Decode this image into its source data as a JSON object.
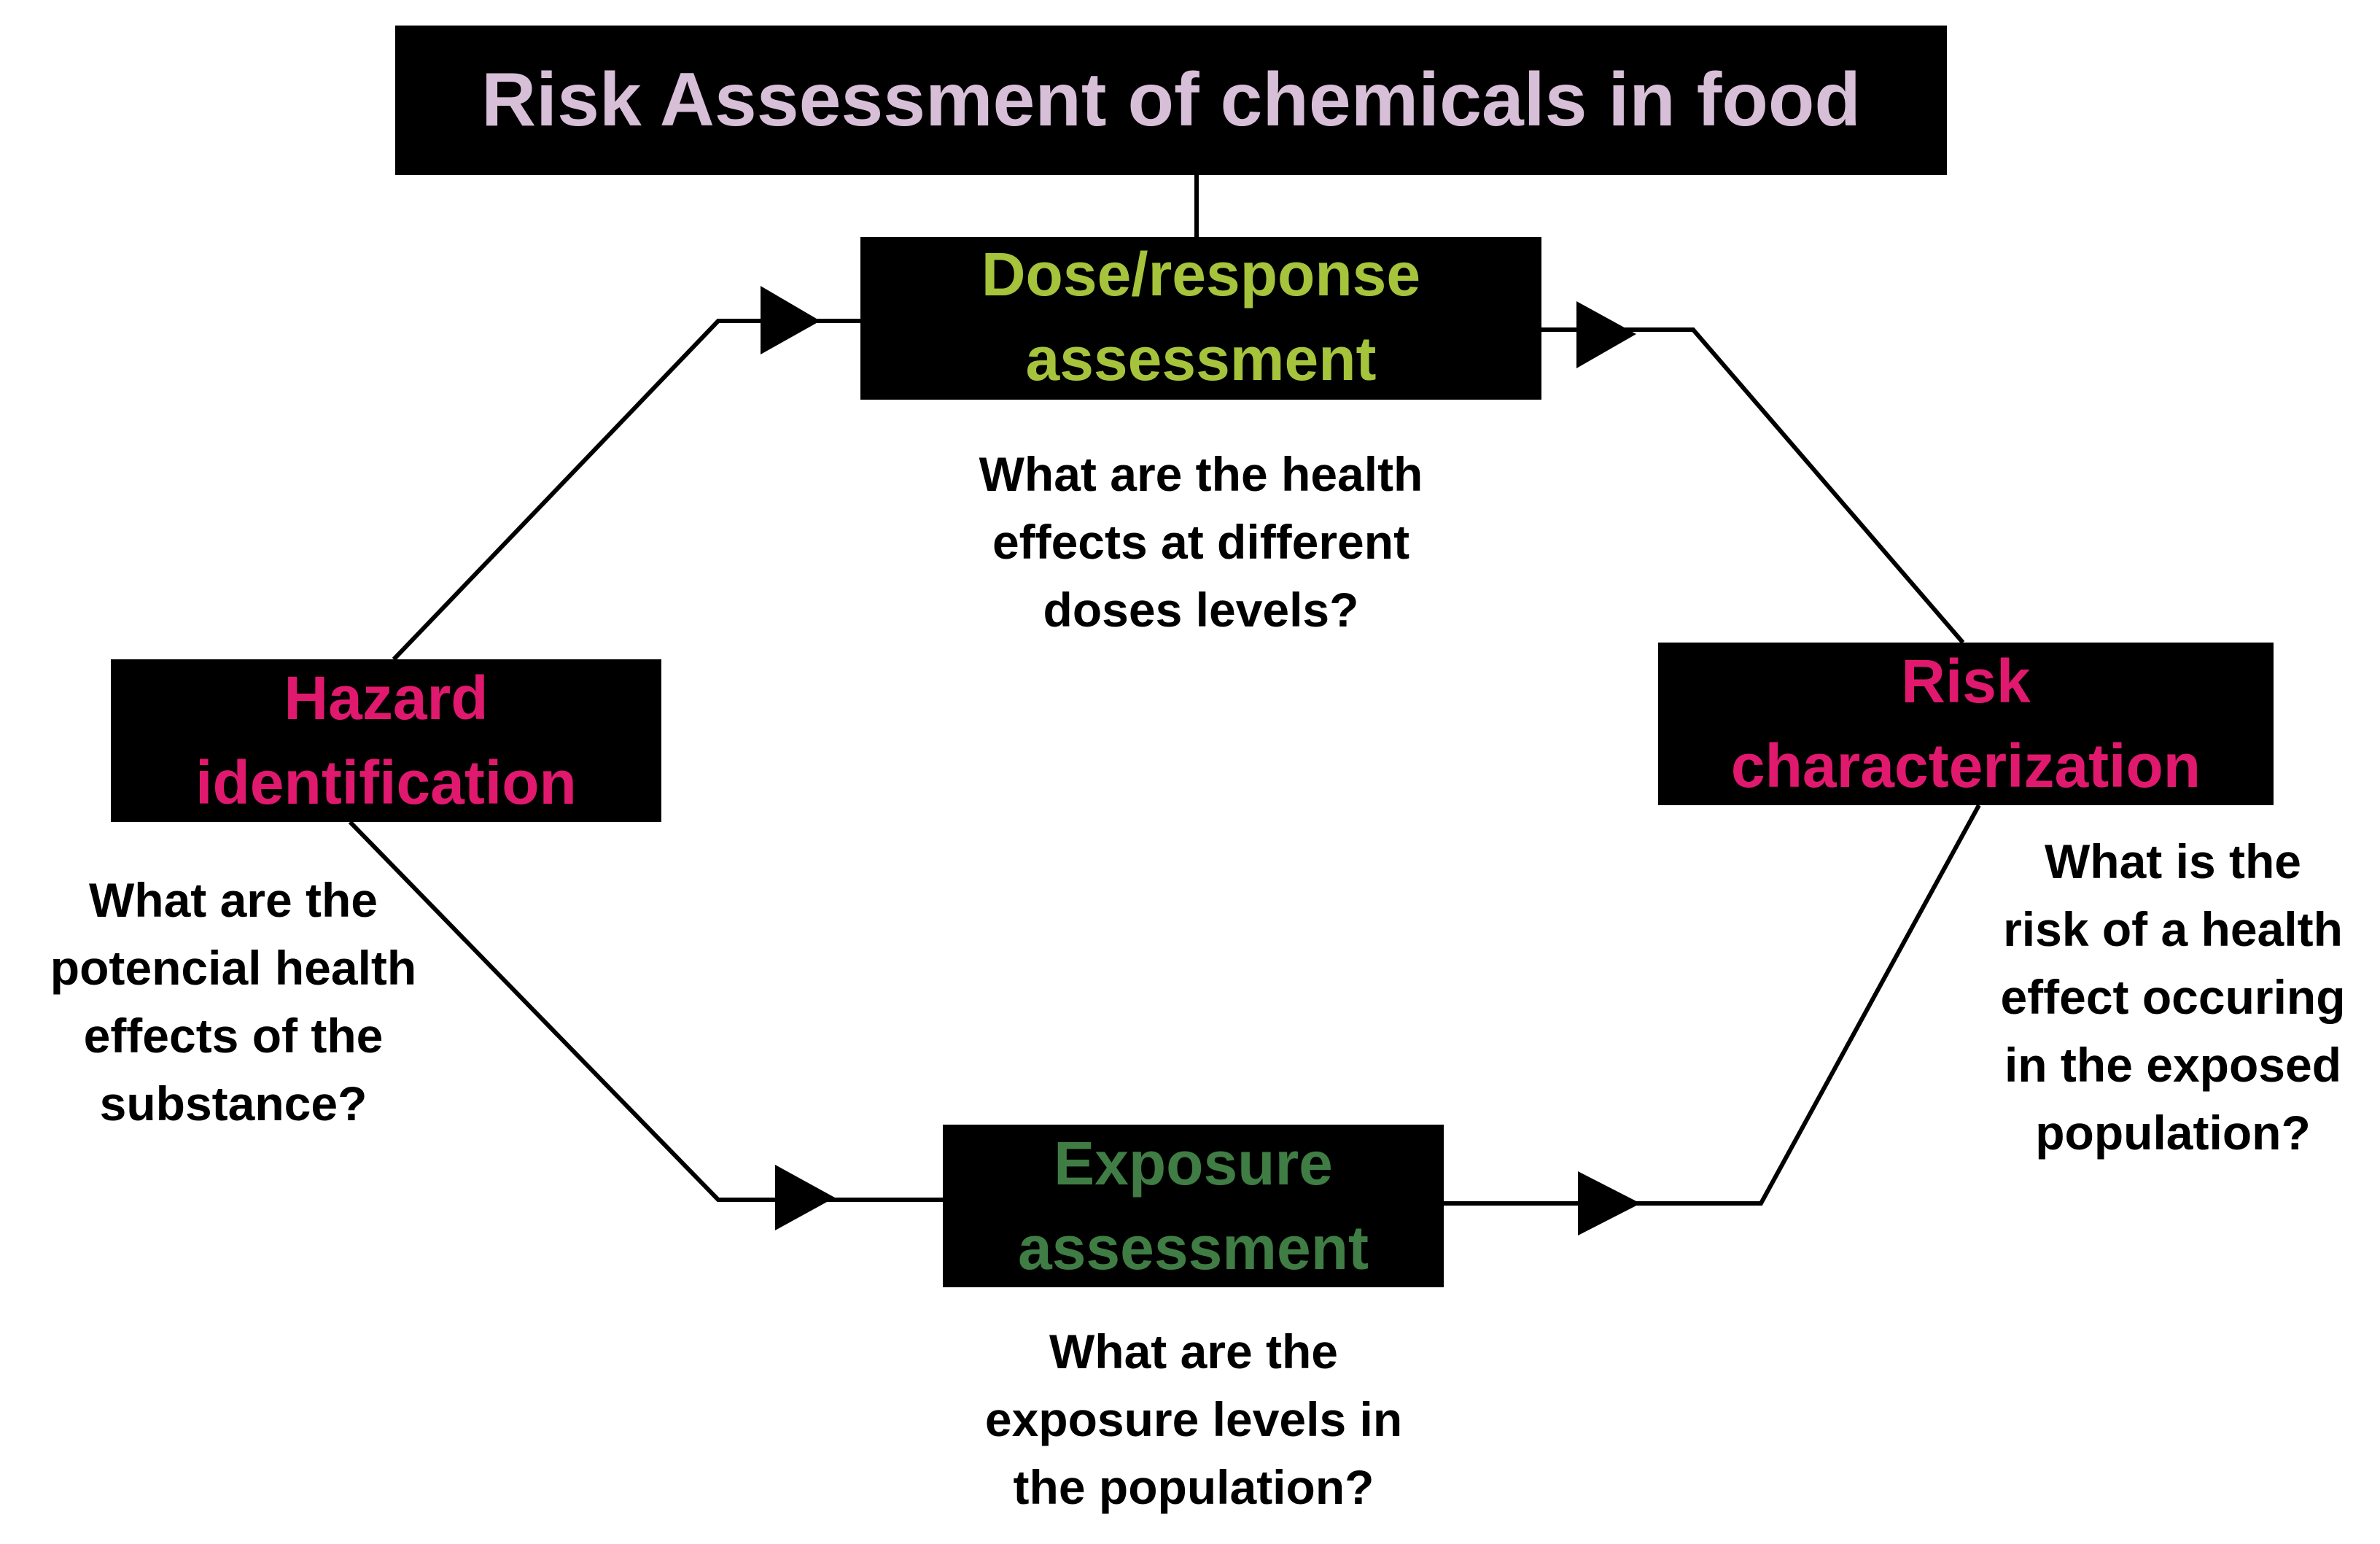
{
  "diagram": {
    "title": "Risk Assessment of chemicals in food",
    "colors": {
      "title_text": "#d8bfd8",
      "dose_text": "#a6c33c",
      "hazard_text": "#e0196e",
      "risk_text": "#e0196e",
      "exposure_text": "#3f7d44",
      "box_fill": "#000000",
      "line": "#000000"
    },
    "nodes": {
      "dose": {
        "label_lines": [
          "Dose/response",
          "assessment"
        ],
        "question_lines": [
          "What are the health",
          "effects at different",
          "doses levels?"
        ]
      },
      "hazard": {
        "label_lines": [
          "Hazard",
          "identification"
        ],
        "question_lines": [
          "What are the",
          "potencial health",
          "effects of the",
          "substance?"
        ]
      },
      "risk": {
        "label_lines": [
          "Risk",
          "characterization"
        ],
        "question_lines": [
          "What is the",
          "risk of a health",
          "effect occuring",
          "in the exposed",
          "population?"
        ]
      },
      "exposure": {
        "label_lines": [
          "Exposure",
          "assessment"
        ],
        "question_lines": [
          "What are the",
          "exposure levels in",
          "the population?"
        ]
      }
    },
    "edges": [
      {
        "from": "title",
        "to": "dose",
        "arrow": false
      },
      {
        "from": "hazard",
        "to": "dose",
        "arrow": true
      },
      {
        "from": "dose",
        "to": "risk",
        "arrow": true
      },
      {
        "from": "hazard",
        "to": "exposure",
        "arrow": true
      },
      {
        "from": "exposure",
        "to": "risk",
        "arrow": true
      }
    ]
  }
}
